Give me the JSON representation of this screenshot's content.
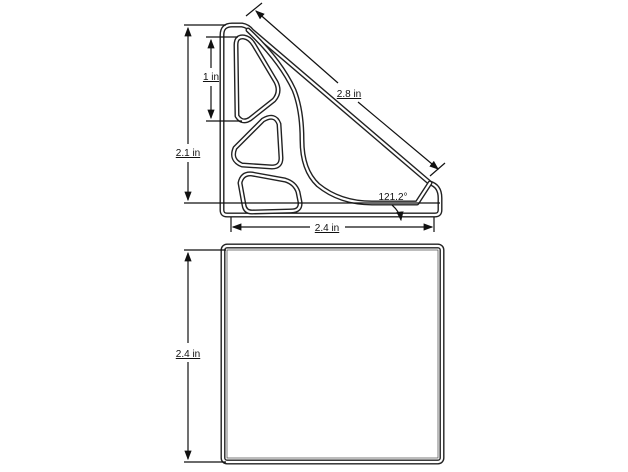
{
  "dimensions": {
    "height_total": "2.1 in",
    "upper_opening": "1 in",
    "hypotenuse": "2.8 in",
    "base_width": "2.4 in",
    "angle": "121.2°",
    "square_height": "2.4 in"
  },
  "colors": {
    "line": "#222222",
    "background": "#ffffff"
  }
}
